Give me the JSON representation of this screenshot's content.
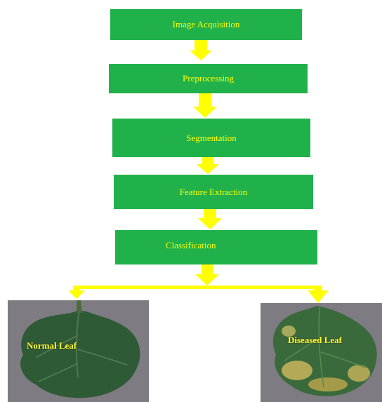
{
  "steps": [
    {
      "label": "Image Acquisition"
    },
    {
      "label": "Preprocessing"
    },
    {
      "label": "Segmentation"
    },
    {
      "label": "Feature Extraction"
    },
    {
      "label": "Classification"
    }
  ],
  "outputs": {
    "normal": {
      "label": "Normal Leaf"
    },
    "diseased": {
      "label": "Diseased Leaf"
    }
  },
  "colors": {
    "box_fill": "#21b14b",
    "box_text": "#ffff00",
    "arrow": "#ffff00",
    "leaf_background": "#7f7b82",
    "healthy_leaf": "#2e5a36",
    "diseased_spots": "#c9b45a"
  }
}
